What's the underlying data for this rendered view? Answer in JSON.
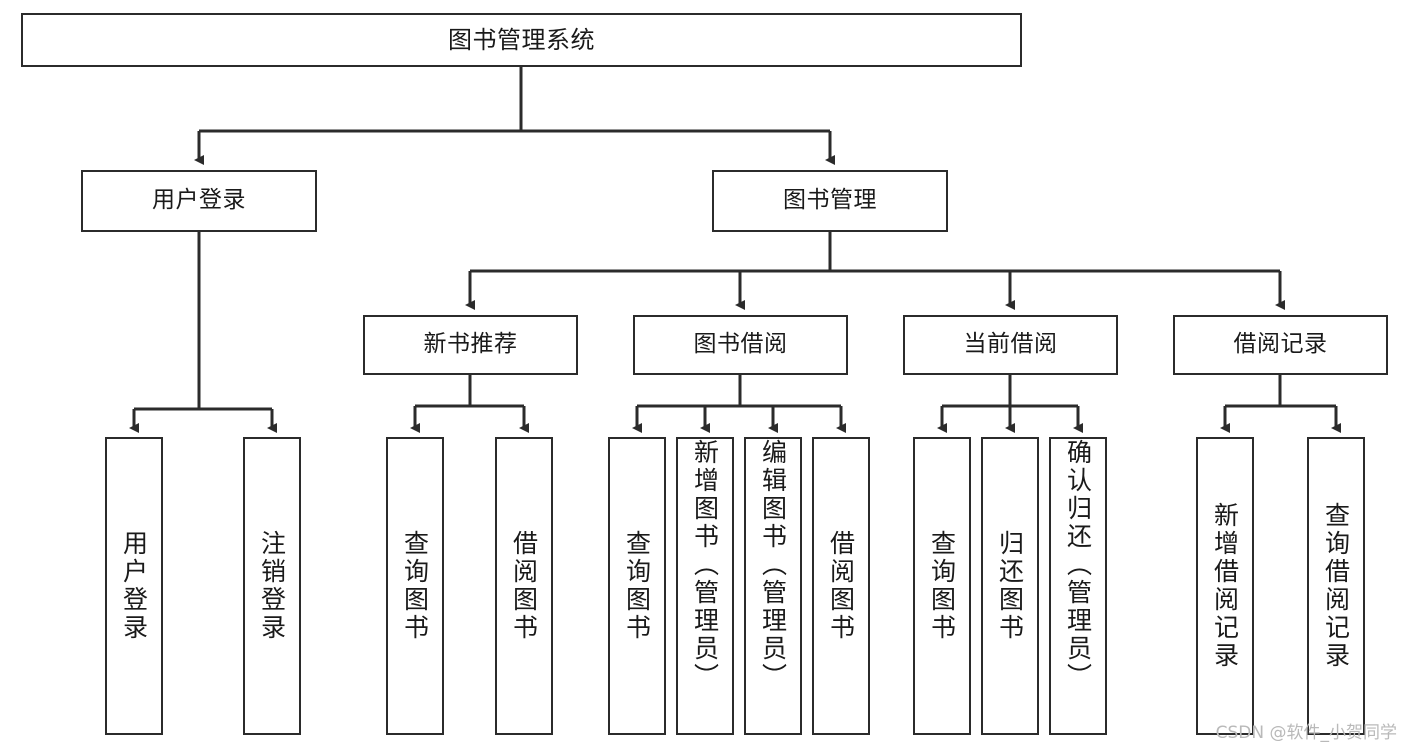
{
  "diagram": {
    "type": "tree-hierarchy-chart",
    "title": "图书管理系统",
    "watermark": "CSDN @软件_小贺同学",
    "colors": {
      "stroke": "#2b2b2b",
      "fill": "#ffffff",
      "text": "#1a1a1a",
      "watermark": "#b9b9b9"
    },
    "nodes": {
      "root": {
        "label": "图书管理系统"
      },
      "level2": [
        {
          "id": "user-login",
          "label": "用户登录"
        },
        {
          "id": "book-management",
          "label": "图书管理"
        }
      ],
      "level3": [
        {
          "id": "new-book-recommend",
          "label": "新书推荐"
        },
        {
          "id": "book-borrow",
          "label": "图书借阅"
        },
        {
          "id": "current-borrow",
          "label": "当前借阅"
        },
        {
          "id": "borrow-record",
          "label": "借阅记录"
        }
      ],
      "leaves": {
        "user-login": [
          {
            "id": "leaf-user-login",
            "label": "用户登录"
          },
          {
            "id": "leaf-user-logout",
            "label": "注销登录"
          }
        ],
        "new-book-recommend": [
          {
            "id": "leaf-query-book-1",
            "label": "查询图书"
          },
          {
            "id": "leaf-borrow-book-1",
            "label": "借阅图书"
          }
        ],
        "book-borrow": [
          {
            "id": "leaf-query-book-2",
            "label": "查询图书"
          },
          {
            "id": "leaf-add-book",
            "label": "新增图书（管理员）"
          },
          {
            "id": "leaf-edit-book",
            "label": "编辑图书（管理员）"
          },
          {
            "id": "leaf-borrow-book-2",
            "label": "借阅图书"
          }
        ],
        "current-borrow": [
          {
            "id": "leaf-query-book-3",
            "label": "查询图书"
          },
          {
            "id": "leaf-return-book",
            "label": "归还图书"
          },
          {
            "id": "leaf-confirm-return",
            "label": "确认归还（管理员）"
          }
        ],
        "borrow-record": [
          {
            "id": "leaf-add-record",
            "label": "新增借阅记录"
          },
          {
            "id": "leaf-query-record",
            "label": "查询借阅记录"
          }
        ]
      }
    }
  }
}
